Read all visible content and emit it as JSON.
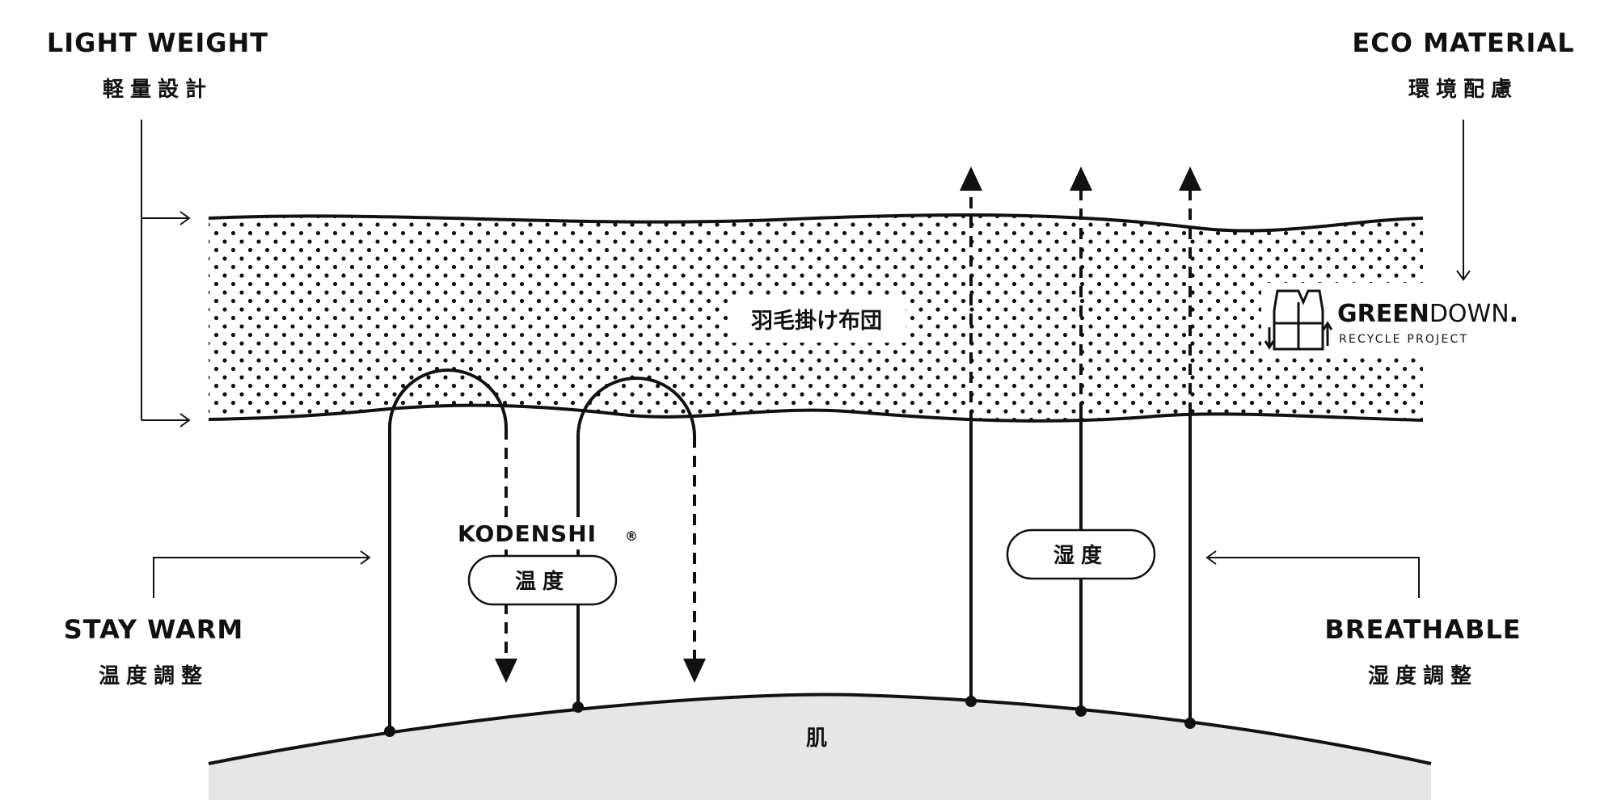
{
  "corners": {
    "top_left": {
      "en": "LIGHT WEIGHT",
      "jp": "軽量設計"
    },
    "top_right": {
      "en": "ECO MATERIAL",
      "jp": "環境配慮"
    },
    "bottom_left": {
      "en": "STAY WARM",
      "jp": "温度調整"
    },
    "bottom_right": {
      "en": "BREATHABLE",
      "jp": "湿度調整"
    }
  },
  "duvet_label": "羽毛掛け布団",
  "skin_label": "肌",
  "temperature_pill": "温度",
  "humidity_pill": "湿度",
  "brand_kodenshi": "KODENSHI",
  "brand_registered": "®",
  "brand_greendown": {
    "name_green": "GREEN",
    "name_down": "DOWN",
    "dot": ".",
    "sub": "RECYCLE PROJECT"
  },
  "icons": [
    "arrow-right-icon",
    "arrow-down-icon",
    "arrow-left-icon",
    "arrow-up-icon",
    "jacket-recycle-icon"
  ],
  "colors": {
    "ink": "#111111",
    "skin_fill": "#e6e6e6",
    "dots": "#111111",
    "background": "#ffffff"
  }
}
